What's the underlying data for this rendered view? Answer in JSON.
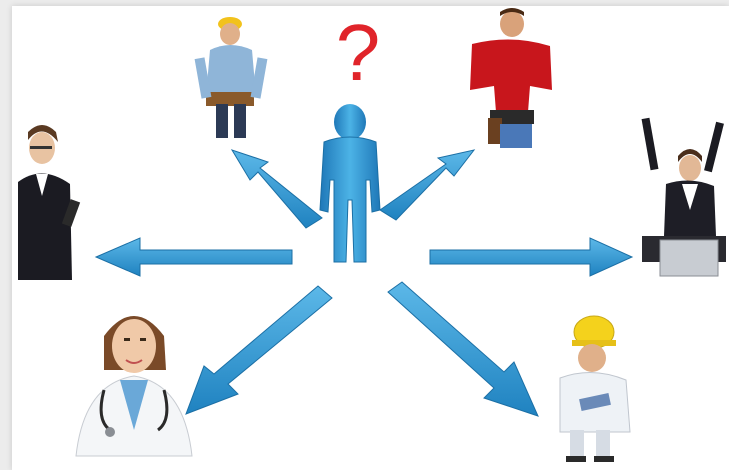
{
  "scene": {
    "question_mark": "?",
    "colors": {
      "arrow": "#3aa0d6",
      "arrow_dark": "#1f78b0",
      "center_figure": "#2f9bd6",
      "question_mark": "#e0242a",
      "background": "#ffffff"
    },
    "figures": [
      {
        "name": "center-figure",
        "description": "blue 3D person"
      },
      {
        "name": "businesswoman-with-headset",
        "role": "office worker"
      },
      {
        "name": "construction-worker-with-tool-belt",
        "role": "builder"
      },
      {
        "name": "handyman-in-red-shirt",
        "role": "tradesman"
      },
      {
        "name": "excited-woman-with-laptop",
        "role": "remote worker"
      },
      {
        "name": "doctor-with-stethoscope",
        "role": "physician"
      },
      {
        "name": "engineer-with-hard-hat",
        "role": "engineer"
      }
    ]
  }
}
